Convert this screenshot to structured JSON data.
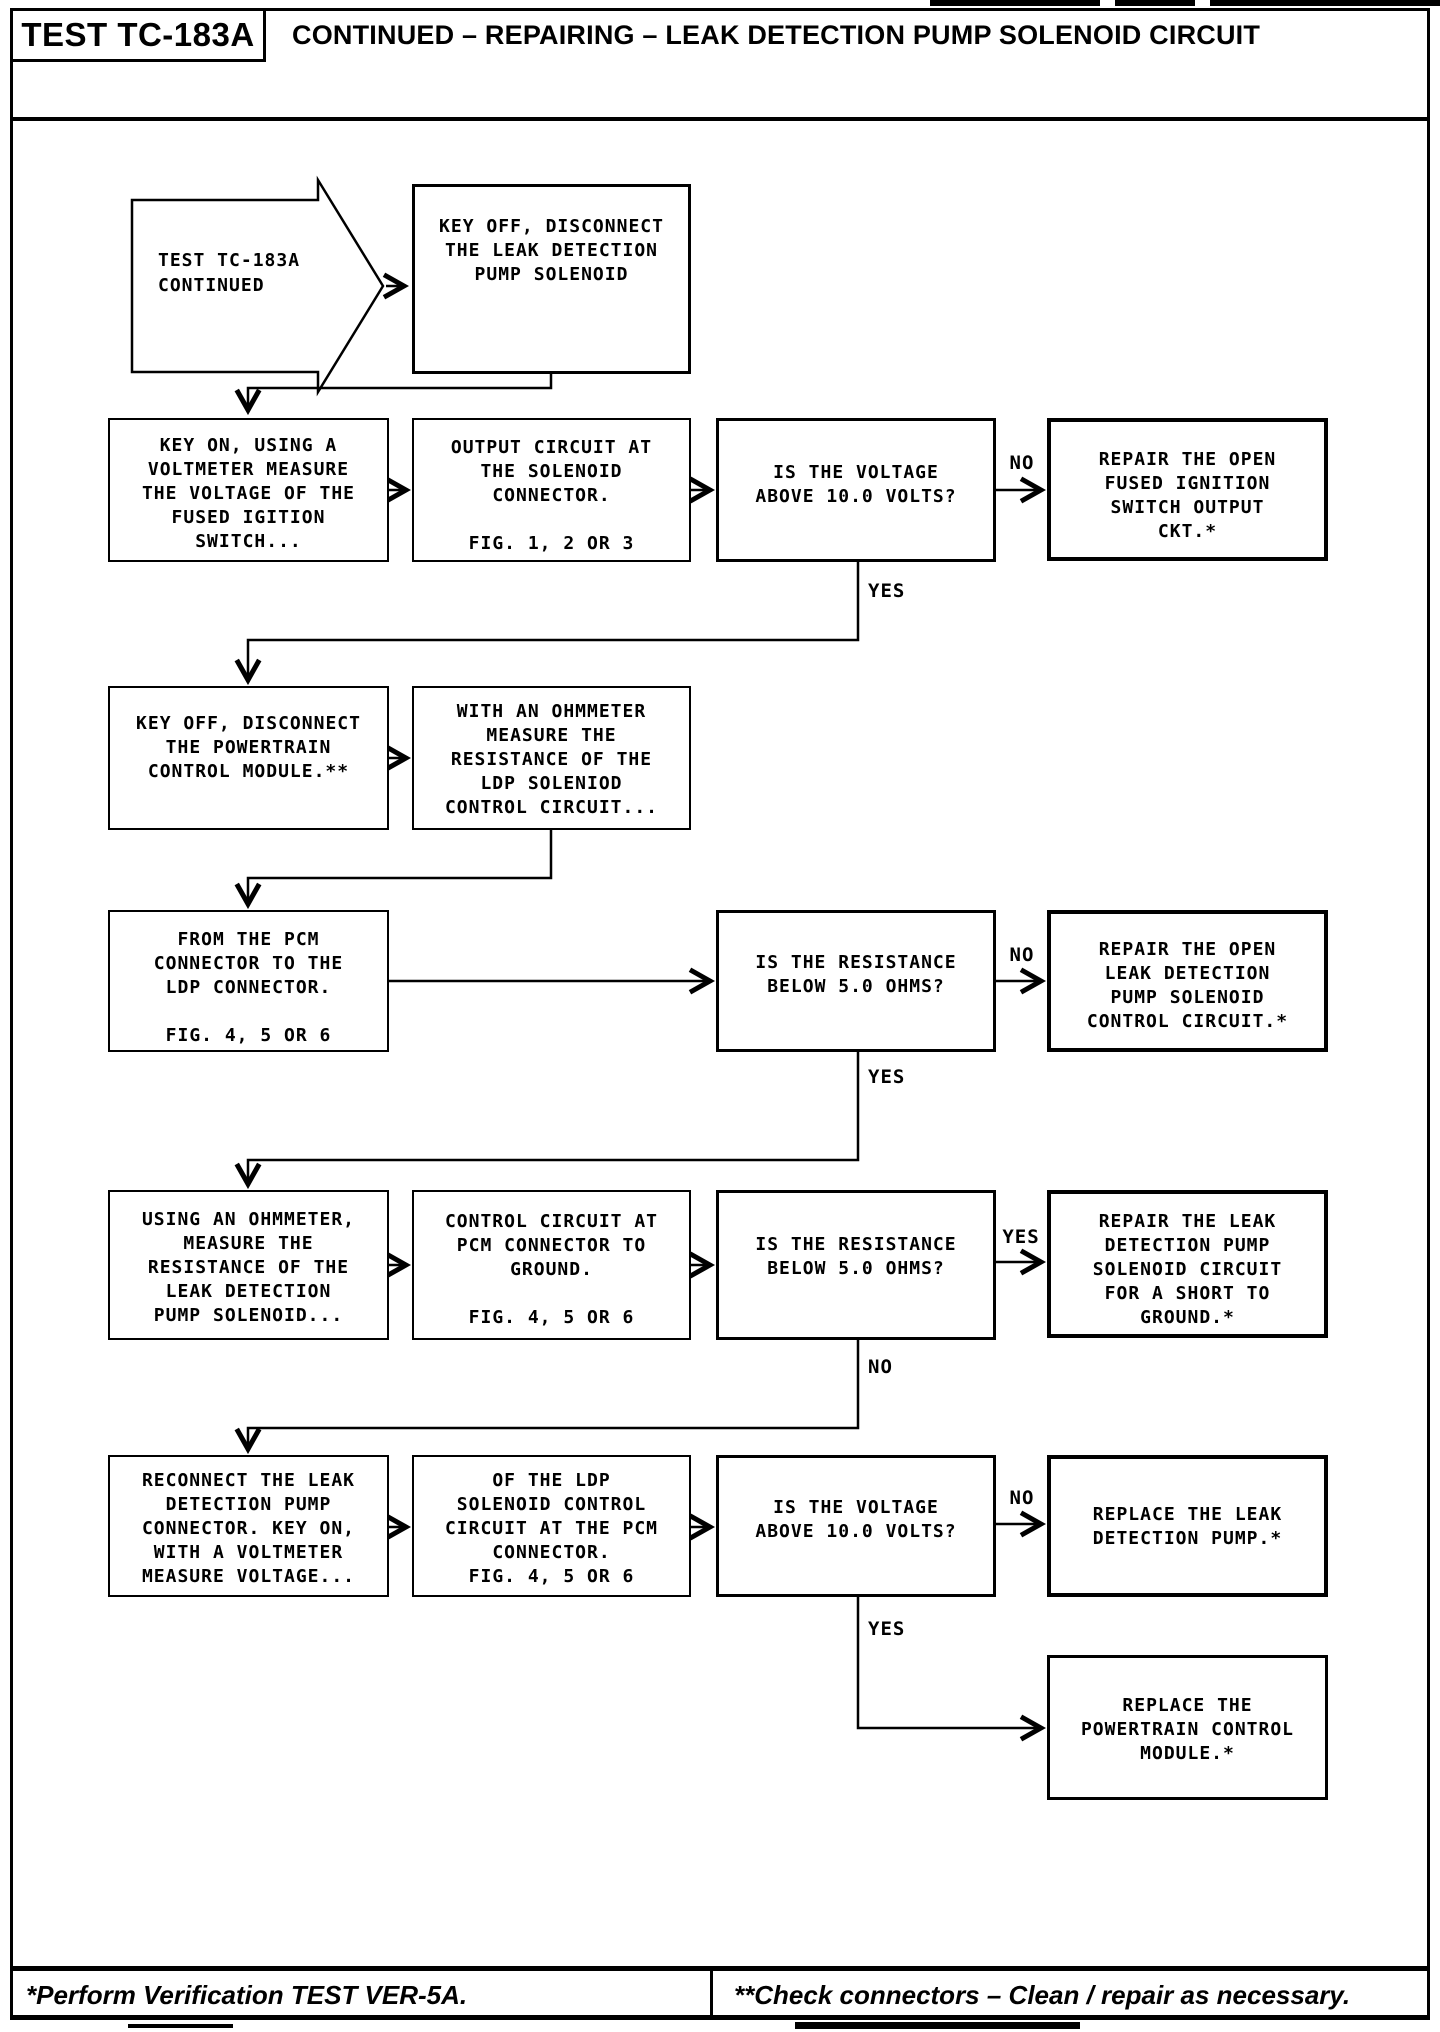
{
  "header": {
    "test_id": "TEST TC-183A",
    "title": "CONTINUED – REPAIRING – LEAK DETECTION PUMP SOLENOID CIRCUIT"
  },
  "start": {
    "text": "TEST TC-183A\nCONTINUED"
  },
  "nodes": {
    "disconnect_ldp_solenoid": {
      "text": "KEY OFF, DISCONNECT\nTHE LEAK DETECTION\nPUMP SOLENOID"
    },
    "measure_ignition_voltage": {
      "text": "KEY ON, USING A\nVOLTMETER MEASURE\nTHE VOLTAGE OF THE\nFUSED IGITION\nSWITCH..."
    },
    "output_circuit": {
      "text": "OUTPUT CIRCUIT AT\nTHE SOLENOID\nCONNECTOR.\n\nFIG. 1, 2 OR 3"
    },
    "voltage_above_10v_1": {
      "text": "IS THE VOLTAGE\nABOVE 10.0 VOLTS?"
    },
    "repair_ignition_ckt": {
      "text": "REPAIR THE OPEN\nFUSED IGNITION\nSWITCH OUTPUT\nCKT.*"
    },
    "disconnect_pcm": {
      "text": "KEY OFF, DISCONNECT\nTHE POWERTRAIN\nCONTROL MODULE.**"
    },
    "ohmmeter_ldp_control": {
      "text": "WITH AN OHMMETER\nMEASURE THE\nRESISTANCE OF THE\nLDP SOLENIOD\nCONTROL CIRCUIT..."
    },
    "pcm_to_ldp_connector": {
      "text": "FROM THE PCM\nCONNECTOR TO THE\nLDP CONNECTOR.\n\nFIG. 4, 5 OR 6"
    },
    "resistance_below_5_1": {
      "text": "IS THE RESISTANCE\nBELOW 5.0 OHMS?"
    },
    "repair_open_control_circuit": {
      "text": "REPAIR THE OPEN\nLEAK DETECTION\nPUMP SOLENOID\nCONTROL CIRCUIT.*"
    },
    "ohmmeter_pump_solenoid": {
      "text": "USING AN OHMMETER,\nMEASURE THE\nRESISTANCE OF THE\nLEAK DETECTION\nPUMP SOLENOID..."
    },
    "control_circuit_to_ground": {
      "text": "CONTROL CIRCUIT AT\nPCM CONNECTOR TO\nGROUND.\n\nFIG. 4, 5 OR 6"
    },
    "resistance_below_5_2": {
      "text": "IS THE RESISTANCE\nBELOW 5.0 OHMS?"
    },
    "repair_short_to_ground": {
      "text": "REPAIR THE LEAK\nDETECTION PUMP\nSOLENOID CIRCUIT\nFOR A SHORT TO\nGROUND.*"
    },
    "reconnect_ldp_connector": {
      "text": "RECONNECT THE LEAK\nDETECTION PUMP\nCONNECTOR. KEY ON,\nWITH A VOLTMETER\nMEASURE VOLTAGE..."
    },
    "ldp_control_at_pcm": {
      "text": "OF THE LDP\nSOLENOID CONTROL\nCIRCUIT AT THE PCM\nCONNECTOR.\nFIG. 4, 5 OR 6"
    },
    "voltage_above_10v_2": {
      "text": "IS THE VOLTAGE\nABOVE 10.0 VOLTS?"
    },
    "replace_ldp_pump": {
      "text": "REPLACE THE LEAK\nDETECTION PUMP.*"
    },
    "replace_pcm": {
      "text": "REPLACE THE\nPOWERTRAIN CONTROL\nMODULE.*"
    }
  },
  "edge_labels": {
    "voltage1_no": "NO",
    "voltage1_yes": "YES",
    "resistance1_no": "NO",
    "resistance1_yes": "YES",
    "resistance2_yes": "YES",
    "resistance2_no": "NO",
    "voltage2_no": "NO",
    "voltage2_yes": "YES"
  },
  "footer": {
    "left_note": "*Perform Verification TEST VER-5A.",
    "right_note": "**Check connectors – Clean / repair as necessary."
  },
  "colors": {
    "ink": "#000000",
    "paper": "#ffffff"
  }
}
